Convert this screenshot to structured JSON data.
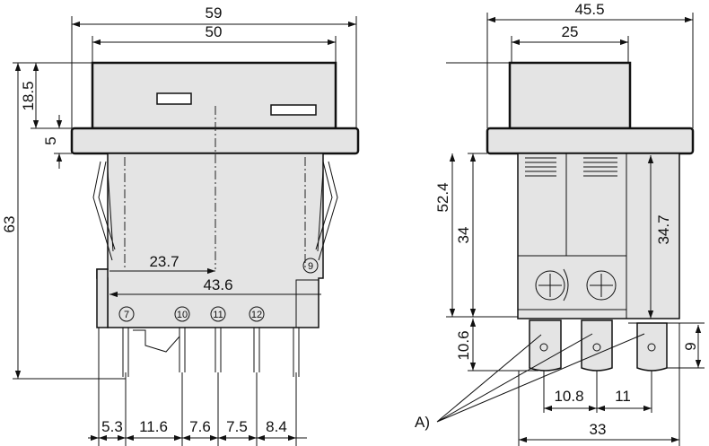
{
  "front_view": {
    "dimensions": {
      "overall_width": "59",
      "button_width": "50",
      "overall_height": "63",
      "button_height": "18.5",
      "flange_thickness": "5",
      "center_offset": "23.7",
      "terminal_span": "43.6"
    },
    "pin_spacings": [
      "5.3",
      "11.6",
      "7.6",
      "7.5",
      "8.4"
    ],
    "terminal_numbers": [
      "7",
      "10",
      "11",
      "12",
      "9"
    ]
  },
  "side_view": {
    "dimensions": {
      "overall_width": "45.5",
      "button_width": "25",
      "body_height": "52.4",
      "housing_height": "34",
      "inner_height": "34.7",
      "terminal_length": "10.6",
      "tab_height": "9",
      "tab_spacing_1": "10.8",
      "tab_spacing_2": "11",
      "body_depth": "33"
    },
    "callout": "A)"
  }
}
